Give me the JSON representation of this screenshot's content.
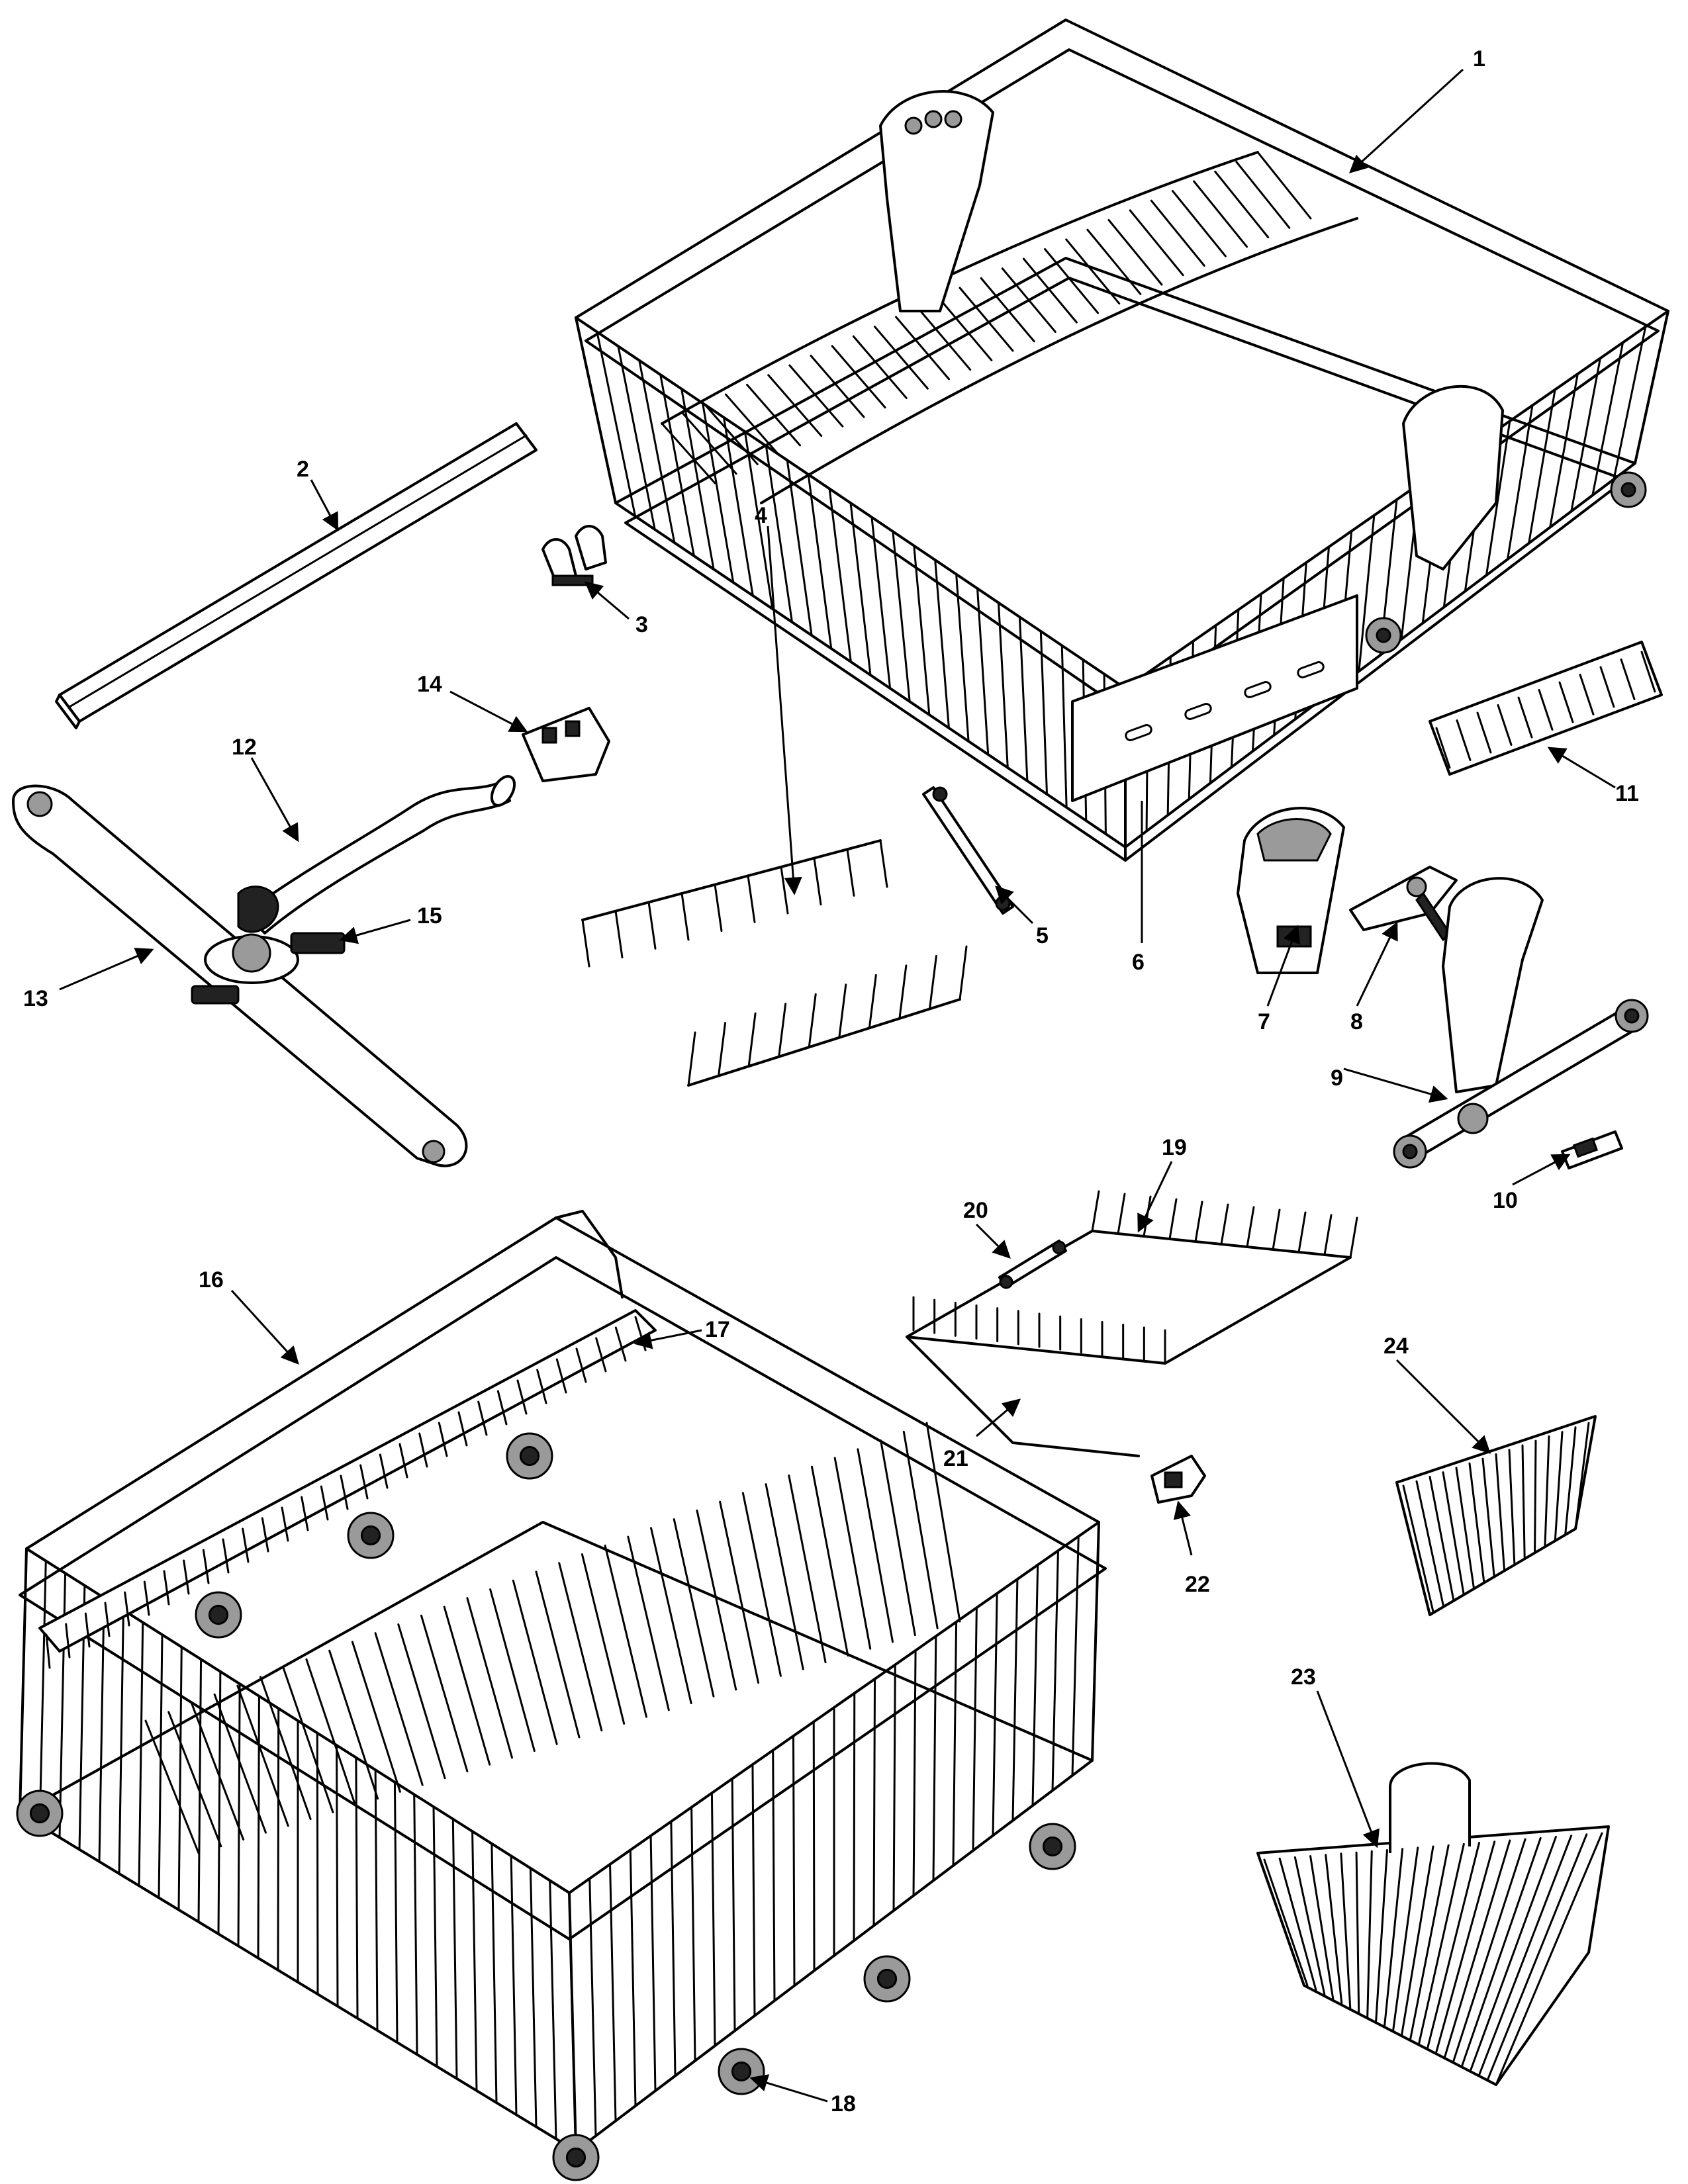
{
  "callouts": [
    "1",
    "2",
    "3",
    "4",
    "5",
    "6",
    "7",
    "8",
    "9",
    "10",
    "11",
    "12",
    "13",
    "14",
    "15",
    "16",
    "17",
    "18",
    "19",
    "20",
    "21",
    "22",
    "23",
    "24"
  ]
}
